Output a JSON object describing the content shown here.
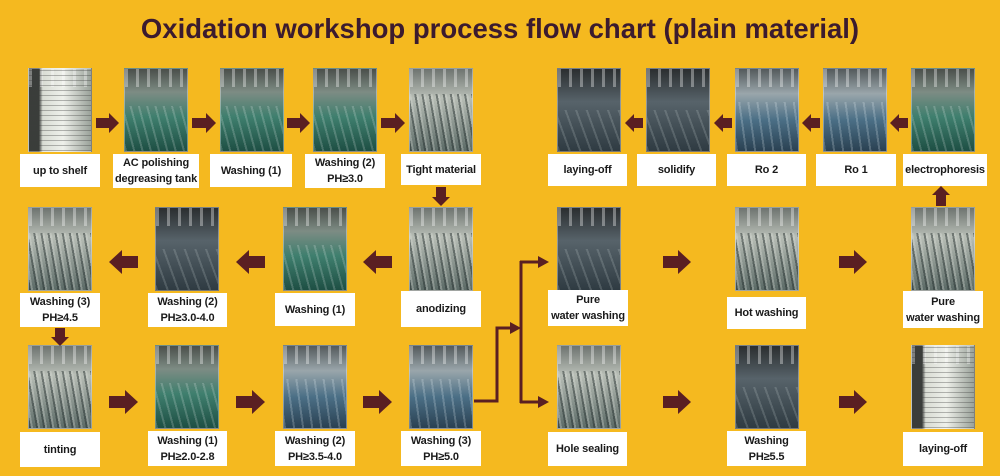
{
  "title": "Oxidation workshop process flow chart (plain material)",
  "colors": {
    "background": "#F5B91F",
    "title": "#3B1B2F",
    "arrow": "#5A1F22",
    "label_bg": "#FFFFFF",
    "label_text": "#1A1A1A"
  },
  "steps": [
    {
      "label": "up to shelf"
    },
    {
      "label": "AC polishing",
      "sub": "degreasing tank"
    },
    {
      "label": "Washing (1)"
    },
    {
      "label": "Washing (2)",
      "sub": "PH≥3.0"
    },
    {
      "label": "Tight material"
    },
    {
      "label": "laying-off"
    },
    {
      "label": "solidify"
    },
    {
      "label": "Ro 2"
    },
    {
      "label": "Ro 1"
    },
    {
      "label": "electrophoresis"
    },
    {
      "label": "anodizing"
    },
    {
      "label": "Washing (1)"
    },
    {
      "label": "Washing (2)",
      "sub": "PH≥3.0-4.0"
    },
    {
      "label": "Washing (3)",
      "sub": "PH≥4.5"
    },
    {
      "label": "Pure",
      "sub": "water washing"
    },
    {
      "label": "Hot washing"
    },
    {
      "label": "Pure",
      "sub": "water washing"
    },
    {
      "label": "tinting"
    },
    {
      "label": "Washing (1)",
      "sub": "PH≥2.0-2.8"
    },
    {
      "label": "Washing (2)",
      "sub": "PH≥3.5-4.0"
    },
    {
      "label": "Washing (3)",
      "sub": "PH≥5.0"
    },
    {
      "label": "Hole sealing"
    },
    {
      "label": "Washing",
      "sub": "PH≥5.5"
    },
    {
      "label": "laying-off"
    }
  ]
}
